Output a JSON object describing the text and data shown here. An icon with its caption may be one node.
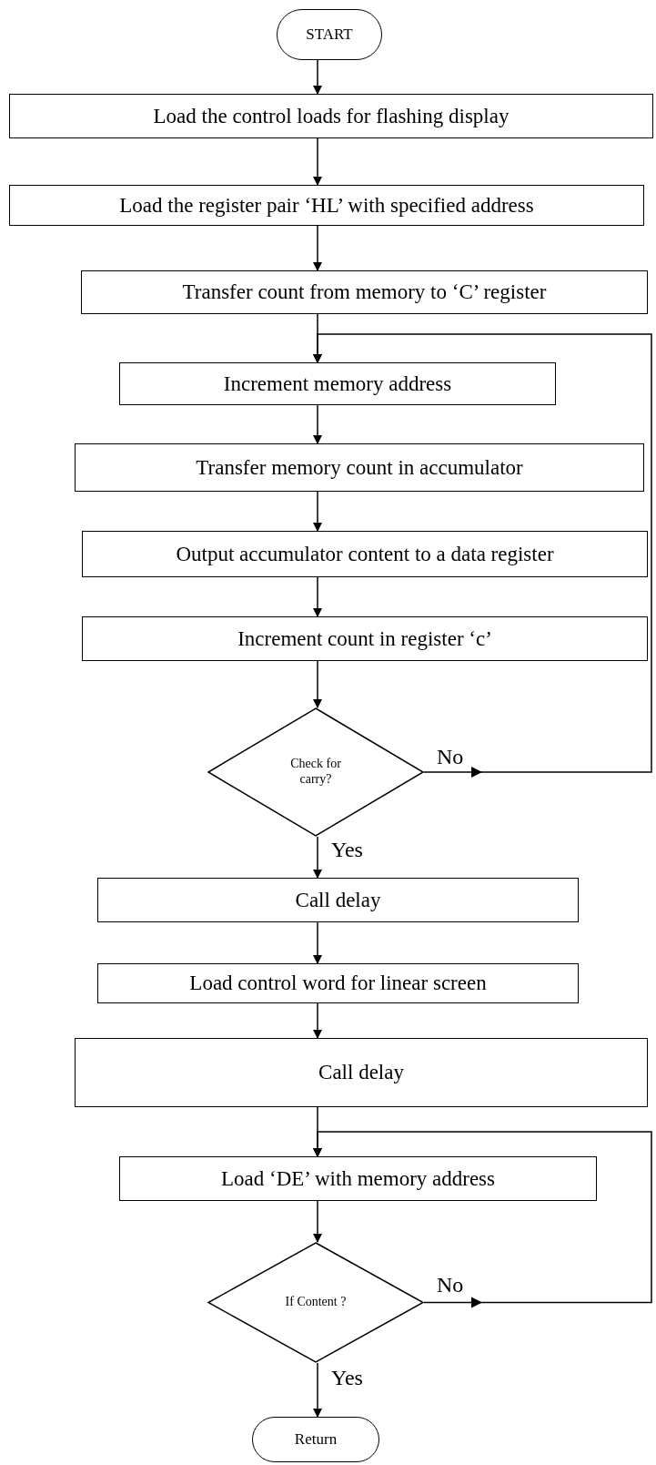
{
  "diagram": {
    "nodes": [
      {
        "text": [
          "START"
        ]
      },
      {
        "text": [
          "Load the control loads for flashing display"
        ]
      },
      {
        "text": [
          "Load the register pair ‘HL’ with specified address"
        ]
      },
      {
        "text": [
          "Transfer count from memory to ‘C’ register"
        ]
      },
      {
        "text": [
          "Increment memory address"
        ]
      },
      {
        "text": [
          "Transfer memory count in accumulator"
        ]
      },
      {
        "text": [
          "Output accumulator content to a data register"
        ]
      },
      {
        "text": [
          "Increment count in register ‘c’"
        ]
      },
      {
        "text": [
          "Check for carry?"
        ]
      },
      {
        "text": [
          "Call delay"
        ]
      },
      {
        "text": [
          "Load control word for linear screen"
        ]
      },
      {
        "text": [
          "Call delay"
        ]
      },
      {
        "text": [
          "Load ‘DE’ with memory address"
        ]
      },
      {
        "text": [
          "If Content ?"
        ]
      },
      {
        "text": [
          "Return"
        ]
      }
    ],
    "edges": [
      {
        "from": 0,
        "to": 1,
        "arrow": "to"
      },
      {
        "from": 1,
        "to": 2,
        "arrow": "to"
      },
      {
        "from": 2,
        "to": 3,
        "arrow": "to"
      },
      {
        "from": 3,
        "to": 4,
        "arrow": "to"
      },
      {
        "from": 4,
        "to": 5,
        "arrow": "to"
      },
      {
        "from": 5,
        "to": 6,
        "arrow": "to"
      },
      {
        "from": 6,
        "to": 7,
        "arrow": "to"
      },
      {
        "from": 7,
        "to": 8,
        "arrow": "to"
      },
      {
        "from": 8,
        "to": 9,
        "arrow": "to",
        "label": "Yes"
      },
      {
        "from": 9,
        "to": 10,
        "arrow": "to"
      },
      {
        "from": 10,
        "to": 11,
        "arrow": "to"
      },
      {
        "from": 11,
        "to": 12,
        "arrow": "to"
      },
      {
        "from": 12,
        "to": 13,
        "arrow": "to"
      },
      {
        "from": 13,
        "to": 14,
        "arrow": "to",
        "label": "Yes"
      },
      {
        "from": 8,
        "to": 4,
        "arrow": "to",
        "label": "No"
      },
      {
        "from": 13,
        "to": 12,
        "arrow": "to",
        "label": "No"
      }
    ]
  }
}
